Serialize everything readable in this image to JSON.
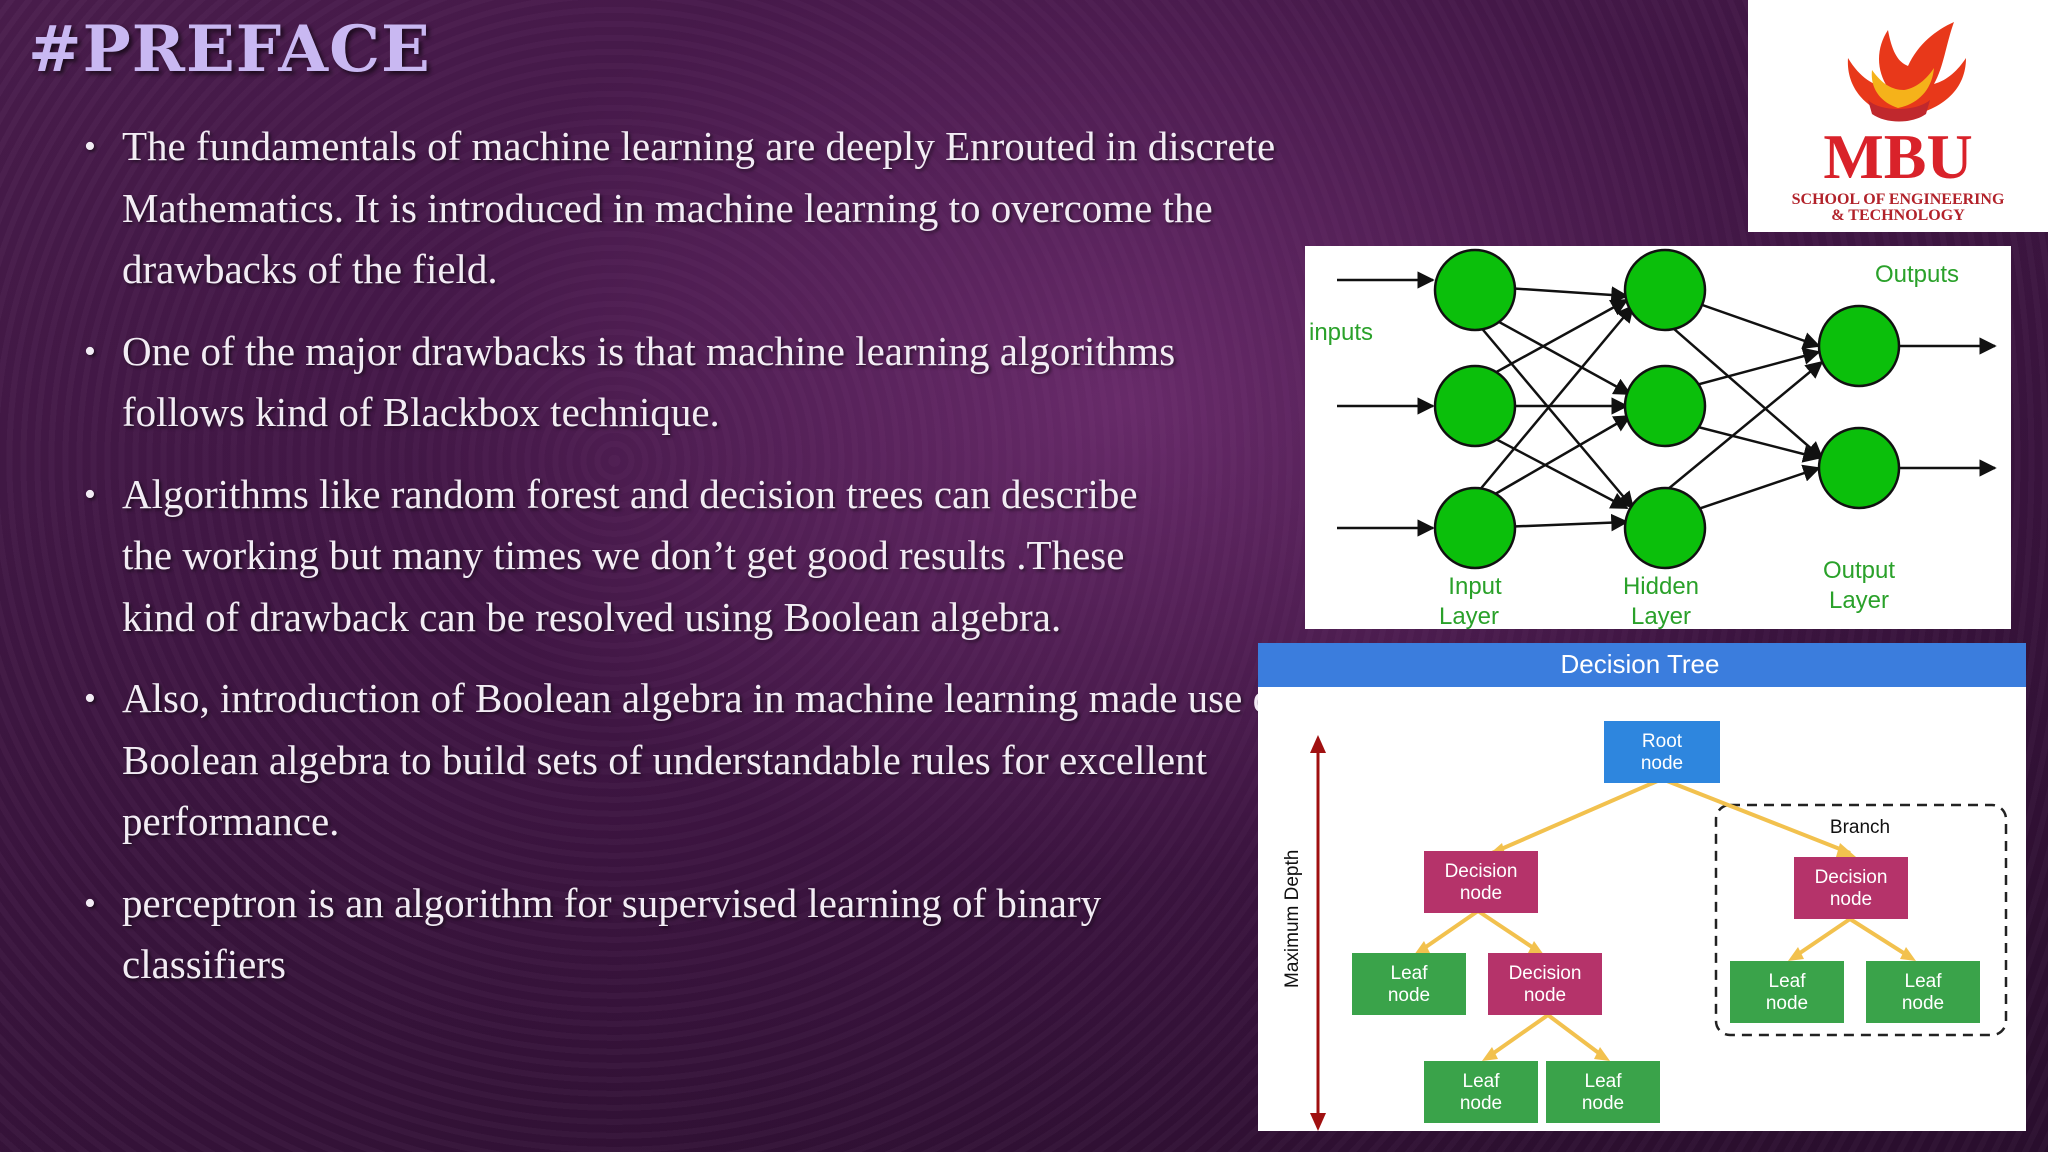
{
  "title": "#PREFACE",
  "bullets": [
    "The fundamentals of machine learning are deeply Enrouted in discrete Mathematics. It is introduced in machine learning to overcome the drawbacks of the field.",
    "One of the major drawbacks is that machine learning algorithms follows kind of Blackbox technique.",
    "Algorithms like random forest and decision trees can describe the working but many times we don’t get good results .These kind of drawback can be resolved using Boolean  algebra.",
    "Also, introduction of Boolean algebra in machine learning made use of Boolean algebra to build sets of understandable rules for excellent performance.",
    "perceptron is an algorithm for supervised learning of binary classifiers"
  ],
  "logo": {
    "name": "MBU",
    "line1": "SCHOOL OF ENGINEERING",
    "line2": "& TECHNOLOGY"
  },
  "nn_figure": {
    "inputs_label": "inputs",
    "outputs_label": "Outputs",
    "input_layer": [
      "Input",
      "Layer"
    ],
    "hidden_layer": [
      "Hidden",
      "Layer"
    ],
    "output_layer": [
      "Output",
      "Layer"
    ]
  },
  "dt_figure": {
    "title": "Decision Tree",
    "axis_label": "Maximum Depth",
    "branch_label": "Branch",
    "root": [
      "Root",
      "node"
    ],
    "decision": [
      "Decision",
      "node"
    ],
    "leaf": [
      "Leaf",
      "node"
    ]
  },
  "colors": {
    "title": "#c9b8f2",
    "neuron": "#0bbf0b",
    "dt_header": "#3b7ddd",
    "root_node": "#2e86de",
    "decision_node": "#b5336a",
    "leaf_node": "#3aa34a",
    "connector": "#f2c14e",
    "depth_arrow": "#a01010"
  }
}
